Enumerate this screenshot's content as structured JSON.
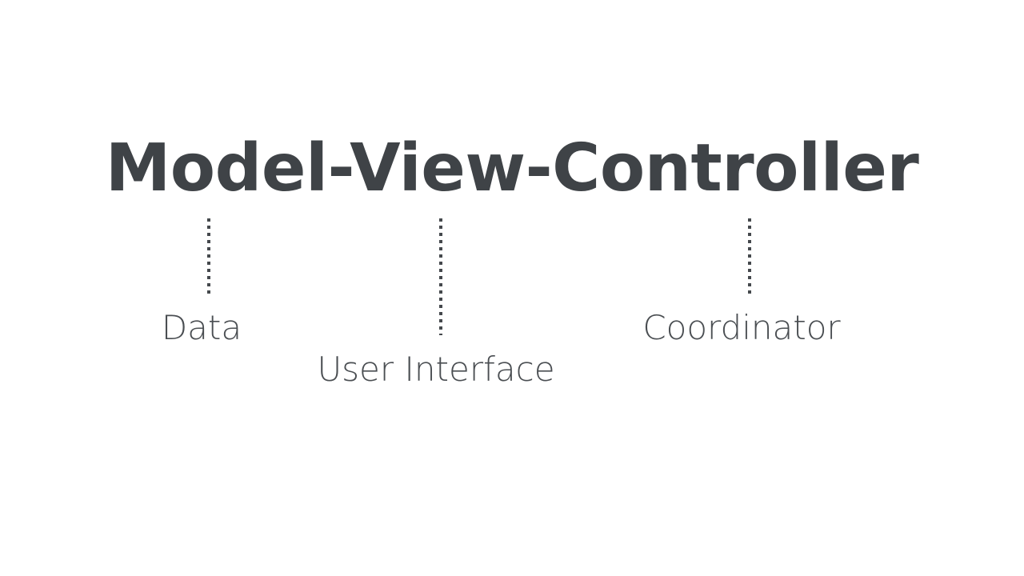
{
  "slide": {
    "background_color": "#ffffff",
    "title": "Model-View-Controller",
    "title_color": "#3f4347",
    "label_color": "#4a4e52",
    "leader_color": "#45494d",
    "components": [
      {
        "term": "Model",
        "label": "Data",
        "connector": "dotted-vertical-line"
      },
      {
        "term": "View",
        "label": "User Interface",
        "connector": "dotted-vertical-line"
      },
      {
        "term": "Controller",
        "label": "Coordinator",
        "connector": "dotted-vertical-line"
      }
    ]
  }
}
